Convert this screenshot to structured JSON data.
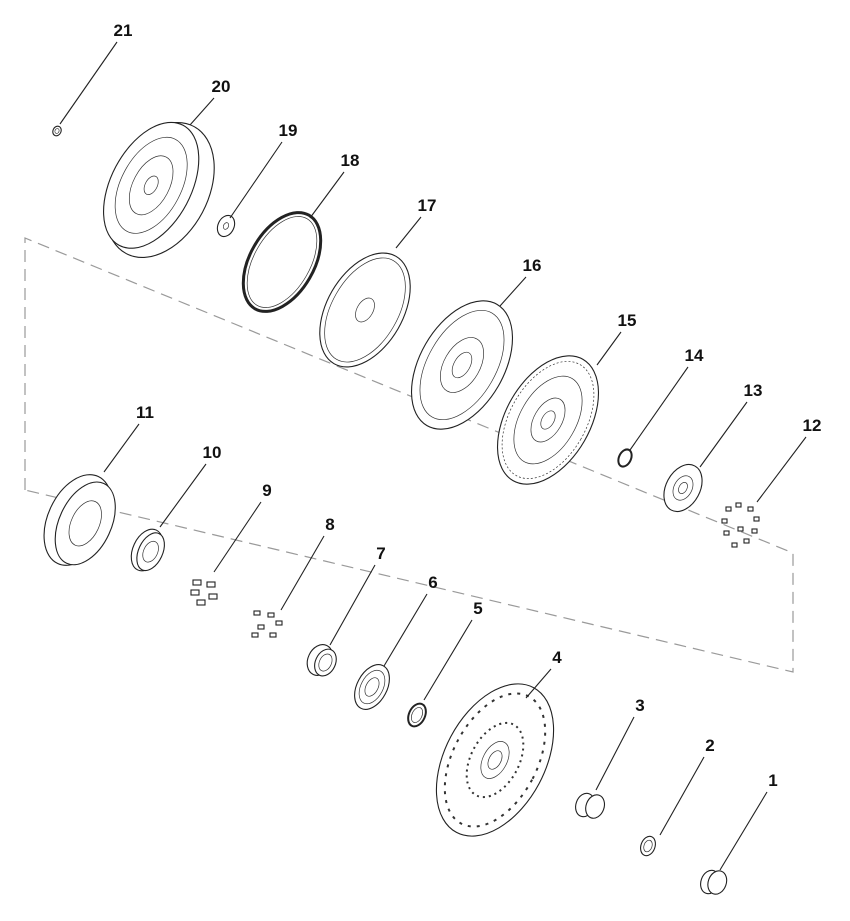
{
  "title": "Exploded parts diagram",
  "callouts": [
    "1",
    "2",
    "3",
    "4",
    "5",
    "6",
    "7",
    "8",
    "9",
    "10",
    "11",
    "12",
    "13",
    "14",
    "15",
    "16",
    "17",
    "18",
    "19",
    "20",
    "21"
  ]
}
